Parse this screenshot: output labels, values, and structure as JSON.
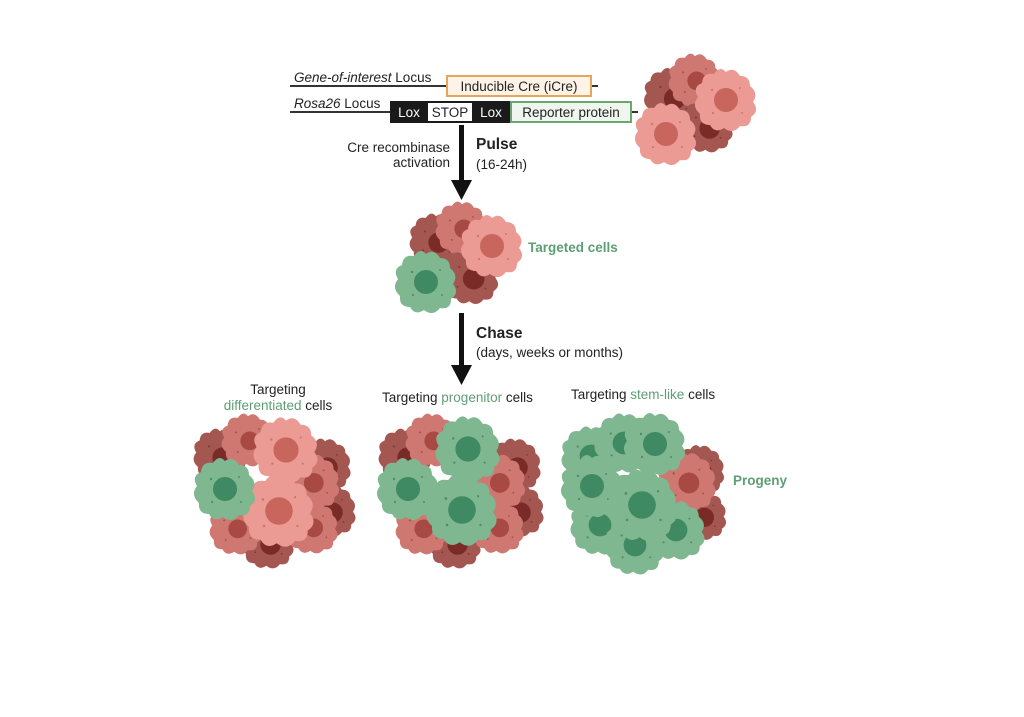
{
  "loci": {
    "goi_italic": "Gene-of-interest",
    "goi_suffix": " Locus",
    "icre_label": "Inducible Cre (iCre)",
    "rosa_italic": "Rosa26",
    "rosa_suffix": " Locus",
    "lox1": "Lox",
    "stop": "STOP",
    "lox2": "Lox",
    "reporter": "Reporter protein"
  },
  "pulse": {
    "title": "Pulse",
    "duration": "(16-24h)",
    "activation_line1": "Cre recombinase",
    "activation_line2": "activation"
  },
  "targeted_label": "Targeted cells",
  "chase": {
    "title": "Chase",
    "duration": "(days, weeks or months)"
  },
  "outcomes": {
    "differentiated": {
      "line1": "Targeting",
      "highlight": "differentiated",
      "suffix": " cells"
    },
    "progenitor": {
      "prefix": "Targeting ",
      "highlight": "progenitor",
      "suffix": " cells"
    },
    "stem": {
      "prefix": "Targeting ",
      "highlight": "stem-like",
      "suffix": " cells"
    }
  },
  "progeny_label": "Progeny",
  "colors": {
    "accent_green": "#5e9e74",
    "icre_border": "#e8a55a",
    "reporter_border": "#6aa66f",
    "lox_fill": "#1a1a1a",
    "cell_red": "#c96b66",
    "cell_green": "#79b38b"
  }
}
